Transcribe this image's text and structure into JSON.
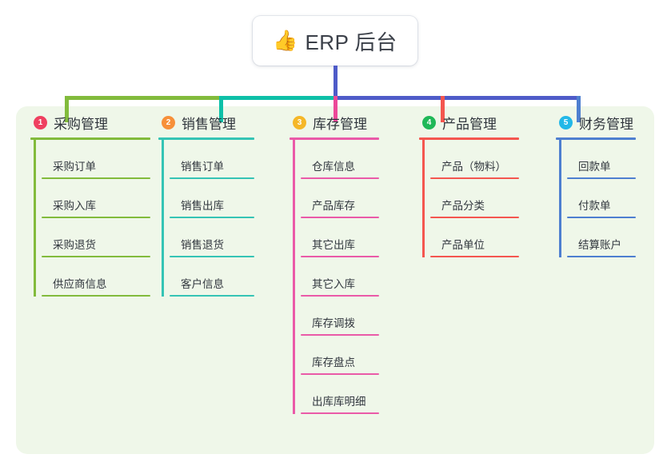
{
  "root": {
    "emoji": "👍",
    "emoji_name": "thumbs-up-icon",
    "title": "ERP 后台"
  },
  "theme": {
    "page_background": "#ffffff",
    "panel_background": "#eff7e9",
    "text_color": "#32373f",
    "root_stem_color": "#4e5bc8"
  },
  "connector_bar": {
    "segments": [
      {
        "name": "green-segment",
        "color": "#82bb3c"
      },
      {
        "name": "teal-segment",
        "color": "#0ec0a8"
      },
      {
        "name": "indigo-segment",
        "color": "#4e5bc8"
      }
    ]
  },
  "columns": [
    {
      "number": "1",
      "label": "采购管理",
      "badge_color": "#ef4060",
      "line_color": "#82bb3c",
      "drop_color": "#82bb3c",
      "items": [
        {
          "label": "采购订单"
        },
        {
          "label": "采购入库"
        },
        {
          "label": "采购退货"
        },
        {
          "label": "供应商信息"
        }
      ]
    },
    {
      "number": "2",
      "label": "销售管理",
      "badge_color": "#f79039",
      "line_color": "#35c4b5",
      "drop_color": "#0ec0a8",
      "items": [
        {
          "label": "销售订单"
        },
        {
          "label": "销售出库"
        },
        {
          "label": "销售退货"
        },
        {
          "label": "客户信息"
        }
      ]
    },
    {
      "number": "3",
      "label": "库存管理",
      "badge_color": "#f5b728",
      "line_color": "#ea5aa8",
      "drop_color": "#ec4899",
      "items": [
        {
          "label": "仓库信息"
        },
        {
          "label": "产品库存"
        },
        {
          "label": "其它出库"
        },
        {
          "label": "其它入库"
        },
        {
          "label": "库存调拨"
        },
        {
          "label": "库存盘点"
        },
        {
          "label": "出库库明细"
        }
      ]
    },
    {
      "number": "4",
      "label": "产品管理",
      "badge_color": "#20b858",
      "line_color": "#f4564f",
      "drop_color": "#f4564f",
      "items": [
        {
          "label": "产品（物料）"
        },
        {
          "label": "产品分类"
        },
        {
          "label": "产品单位"
        }
      ]
    },
    {
      "number": "5",
      "label": "财务管理",
      "badge_color": "#22b8e8",
      "line_color": "#4e7fd0",
      "drop_color": "#4e7fd0",
      "items": [
        {
          "label": "回款单"
        },
        {
          "label": "付款单"
        },
        {
          "label": "结算账户"
        }
      ]
    }
  ]
}
